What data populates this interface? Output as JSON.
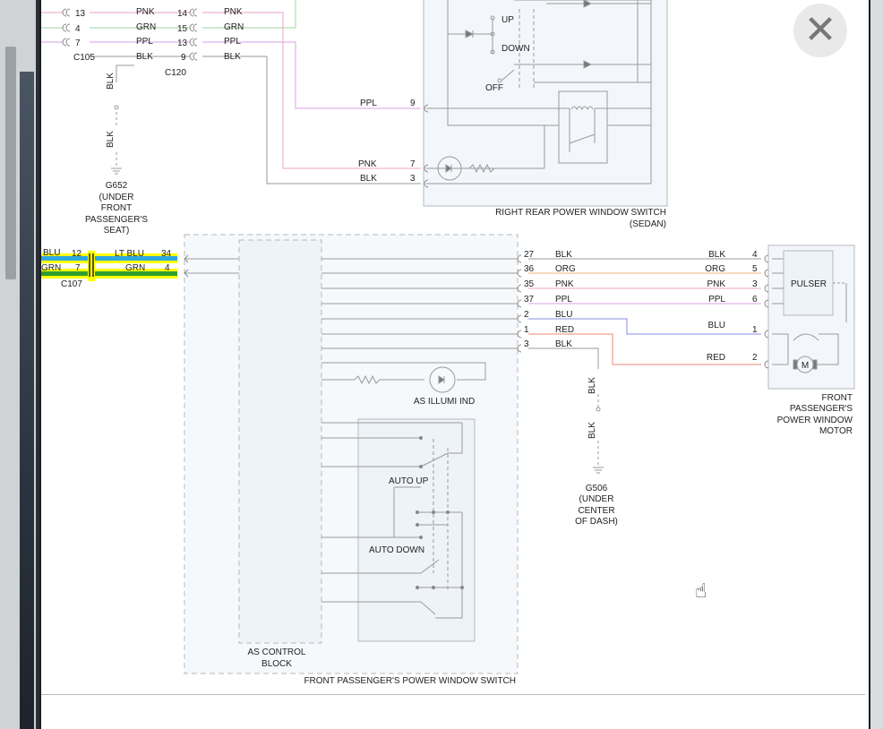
{
  "top_connectors": {
    "c105": "C105",
    "c120": "C120",
    "rows": [
      {
        "pin_a": "13",
        "color": "PNK",
        "pin_b": "14",
        "color_b": "PNK"
      },
      {
        "pin_a": "4",
        "color": "GRN",
        "pin_b": "15",
        "color_b": "GRN"
      },
      {
        "pin_a": "7",
        "color": "PPL",
        "pin_b": "13",
        "color_b": "PPL"
      },
      {
        "pin_a": "",
        "color": "BLK",
        "pin_b": "9",
        "color_b": "BLK"
      }
    ]
  },
  "ground_g652": {
    "wire_a": "BLK",
    "wire_b": "BLK",
    "lines": [
      "G652",
      "(UNDER",
      "FRONT",
      "PASSENGER'S",
      "SEAT)"
    ]
  },
  "rear_switch": {
    "up": "UP",
    "down": "DOWN",
    "off": "OFF",
    "wires": [
      {
        "color": "PPL",
        "pin": "9"
      },
      {
        "color": "PNK",
        "pin": "7"
      },
      {
        "color": "BLK",
        "pin": "3"
      }
    ],
    "title": "RIGHT REAR POWER WINDOW SWITCH",
    "subtitle": "(SEDAN)"
  },
  "c107": {
    "label": "C107",
    "rows": [
      {
        "color_a": "BLU",
        "pin_a": "12",
        "color_b": "LT BLU",
        "pin_b": "34"
      },
      {
        "color_a": "GRN",
        "pin_a": "7",
        "color_b": "GRN",
        "pin_b": "4"
      }
    ]
  },
  "front_switch": {
    "pins": [
      {
        "pin": "27",
        "color": "BLK"
      },
      {
        "pin": "36",
        "color": "ORG"
      },
      {
        "pin": "35",
        "color": "PNK"
      },
      {
        "pin": "37",
        "color": "PPL"
      },
      {
        "pin": "2",
        "color": "BLU"
      },
      {
        "pin": "1",
        "color": "RED"
      },
      {
        "pin": "3",
        "color": "BLK"
      }
    ],
    "illumi": "AS ILLUMI IND",
    "auto_up": "AUTO UP",
    "auto_down": "AUTO DOWN",
    "control_block": [
      "AS CONTROL",
      "BLOCK"
    ],
    "title": "FRONT PASSENGER'S POWER WINDOW SWITCH"
  },
  "motor": {
    "pins": [
      {
        "color": "BLK",
        "pin": "4"
      },
      {
        "color": "ORG",
        "pin": "5"
      },
      {
        "color": "PNK",
        "pin": "3"
      },
      {
        "color": "PPL",
        "pin": "6"
      },
      {
        "color": "BLU",
        "pin": "1"
      },
      {
        "color": "RED",
        "pin": "2"
      }
    ],
    "pulser": "PULSER",
    "m": "M",
    "lines": [
      "FRONT",
      "PASSENGER'S",
      "POWER WINDOW",
      "MOTOR"
    ]
  },
  "ground_g506": {
    "wire_a": "BLK",
    "wire_b": "BLK",
    "lines": [
      "G506",
      "(UNDER",
      "CENTER",
      "OF DASH)"
    ]
  },
  "close_glyph": "✕",
  "colors": {
    "wire_gray": "#9a9a9a",
    "pink": "#e9a3c9",
    "purple": "#d9a0e6",
    "green": "#9fd49f",
    "orange": "#f2b27a",
    "blue": "#8a8ee0",
    "red": "#e88a7a",
    "highlight_yellow": "#ffff00",
    "highlight_blue": "#2fa8e0",
    "highlight_green": "#2e9e2e"
  }
}
